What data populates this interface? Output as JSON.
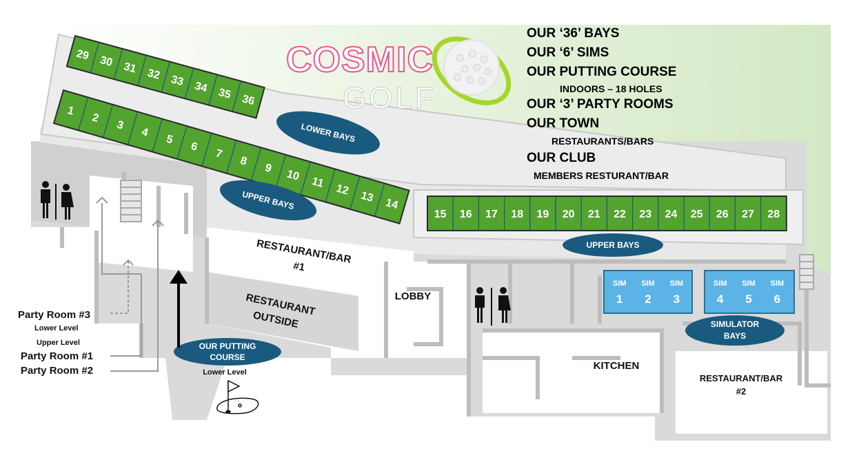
{
  "brand": {
    "word1": "COSMIC",
    "word2": "GOLF"
  },
  "legend": [
    "OUR ‘36’ BAYS",
    "OUR ‘6’ SIMS",
    "OUR PUTTING COURSE",
    "INDOORS – 18 HOLES",
    "OUR ‘3’ PARTY ROOMS",
    "OUR TOWN",
    "RESTAURANTS/BARS",
    "OUR CLUB",
    "MEMBERS RESTURANT/BAR"
  ],
  "bays": {
    "lower_row": [
      "29",
      "30",
      "31",
      "32",
      "33",
      "34",
      "35",
      "36"
    ],
    "upper_row_a": [
      "1",
      "2",
      "3",
      "4",
      "5",
      "6",
      "7",
      "8",
      "9",
      "10",
      "11",
      "12",
      "13",
      "14"
    ],
    "upper_row_b": [
      "15",
      "16",
      "17",
      "18",
      "19",
      "20",
      "21",
      "22",
      "23",
      "24",
      "25",
      "26",
      "27",
      "28"
    ]
  },
  "badges": {
    "lower_bays": "LOWER BAYS",
    "upper_bays_left": "UPPER BAYS",
    "upper_bays_right": "UPPER BAYS",
    "simulator_line1": "SIMULATOR",
    "simulator_line2": "BAYS",
    "putting_line1": "OUR PUTTING",
    "putting_line2": "COURSE"
  },
  "sims": {
    "prefix": "SIM",
    "group_a": [
      "1",
      "2",
      "3"
    ],
    "group_b": [
      "4",
      "5",
      "6"
    ]
  },
  "areas": {
    "restaurant1_line1": "RESTAURANT/BAR",
    "restaurant1_line2": "#1",
    "restaurant_outside_line1": "RESTAURANT",
    "restaurant_outside_line2": "OUTSIDE",
    "lobby": "LOBBY",
    "kitchen": "KITCHEN",
    "restaurant2_line1": "RESTAURANT/BAR",
    "restaurant2_line2": "#2",
    "putting_level": "Lower Level"
  },
  "party_rooms": {
    "room3": "Party Room #3",
    "room3_level": "Lower Level",
    "room1_level": "Upper Level",
    "room1": "Party Room #1",
    "room2": "Party Room #2"
  },
  "colors": {
    "bay_green": "#53A32F",
    "sim_blue": "#5BB4E5",
    "badge_navy": "#1A5A7E",
    "lawn": "#D8EACB",
    "floor": "#D9D9D9",
    "wall": "#C3C3C3",
    "logo_pink": "#E9558F",
    "logo_lime": "#A6D62A"
  },
  "icons": [
    "restroom-icon",
    "restroom-icon",
    "putting-green-flag-icon",
    "stairs-icon"
  ]
}
